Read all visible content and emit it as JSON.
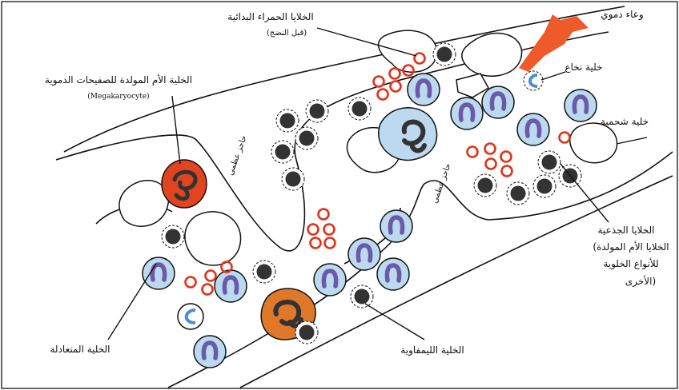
{
  "labels": {
    "immature_rbc_line1": "الخلايا الحمراء البدائية",
    "immature_rbc_line2": "(قبل النضج)",
    "blood_vessel": "وعاء دموي",
    "megakaryocyte_line1": "الخلية الأم المولدة للصفيحات الدموية",
    "megakaryocyte_line2": "(Megakaryocyte)",
    "marrow_cell": "خلية نخاع",
    "fat_cell": "خلية شحمية",
    "stem_line1": "الخلايا الجذعية",
    "stem_line2": "(الخلايا الأم المولدة",
    "stem_line3": "للأنواع الخلوية",
    "stem_line4": "الأخرى)",
    "neutrophil": "الخلية المتعادلة",
    "lymphocyte": "الخلية الليمفاوية",
    "bone_wall_1": "حاجز عظمي",
    "bone_wall_2": "حاجز عظمي"
  },
  "colors": {
    "neutrophil_fill": "#bcd9ef",
    "nucleus_purple": "#6a5aa8",
    "rbc_ring": "#e2321a",
    "lymphocyte_nucleus": "#333333",
    "megakaryocyte_fill": "#e0451f",
    "monocyte_orange": "#e0782a",
    "blood_vessel": "#ef5a2a",
    "stroke": "#111111"
  }
}
